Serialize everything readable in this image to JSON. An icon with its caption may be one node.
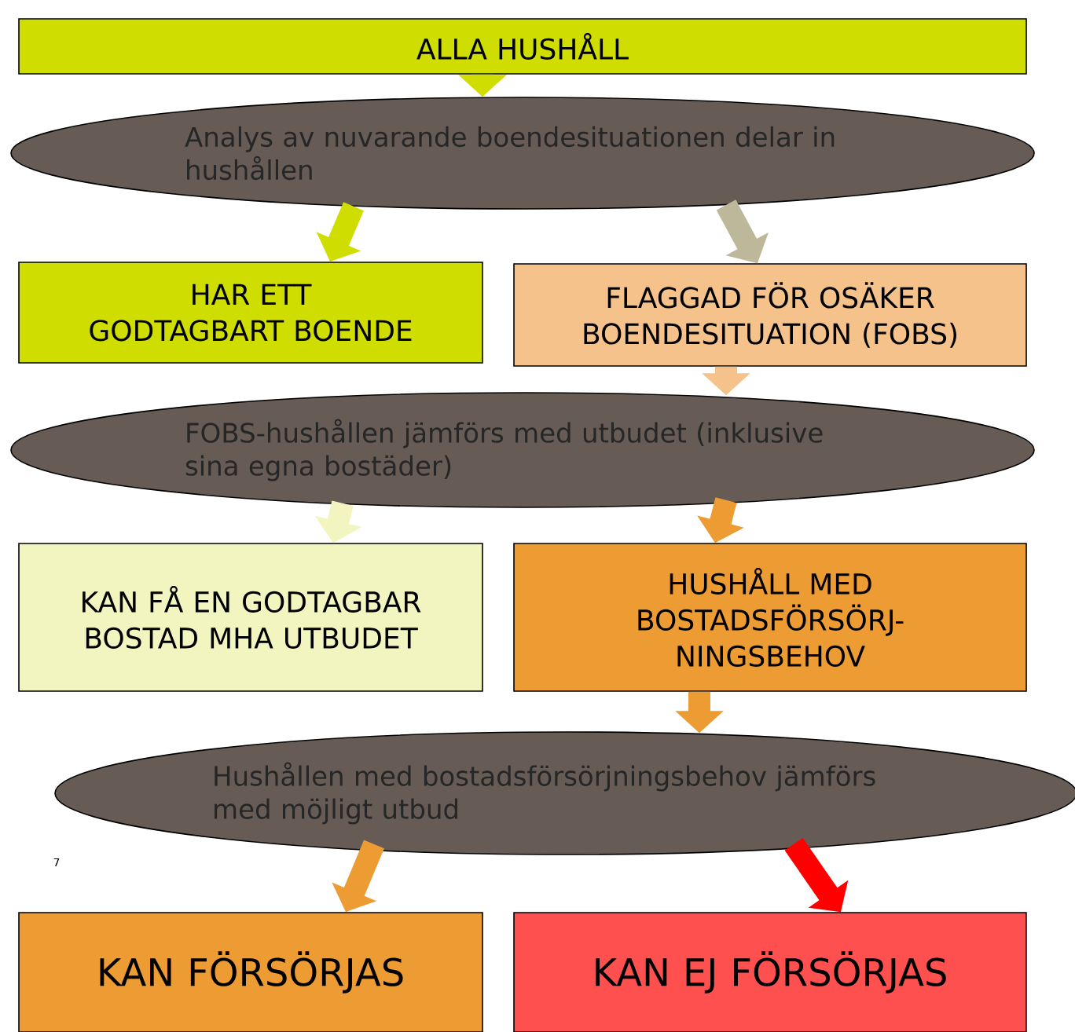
{
  "diagram": {
    "nodes": [
      {
        "text": [
          "ALLA HUSHÅLL"
        ]
      },
      {
        "text": [
          "Analys av nuvarande boendesituationen delar in hushållen"
        ]
      },
      {
        "text": [
          "HAR ETT GODTAGBART BOENDE"
        ]
      },
      {
        "text": [
          "FLAGGAD FÖR OSÄKER BOENDESITUATION (FOBS)"
        ]
      },
      {
        "text": [
          "FOBS-hushållen jämförs med utbudet (inklusive sina egna bostäder)"
        ]
      },
      {
        "text": [
          "KAN FÅ EN GODTAGBAR BOSTAD MHA UTBUDET"
        ]
      },
      {
        "text": [
          "HUSHÅLL MED BOSTADSFÖRSÖRJ- NINGSBEHOV"
        ]
      },
      {
        "text": [
          "Hushållen med bostadsförsörjningsbehov jämförs med möjligt utbud"
        ]
      },
      {
        "text": [
          "KAN FÖRSÖRJAS"
        ]
      },
      {
        "text": [
          "KAN EJ FÖRSÖRJAS"
        ]
      }
    ],
    "edges": [
      {
        "from": 0,
        "to": 1,
        "arrow": "to",
        "color": "#cfdd00"
      },
      {
        "from": 1,
        "to": 2,
        "arrow": "to",
        "color": "#cfdd00"
      },
      {
        "from": 1,
        "to": 3,
        "arrow": "to",
        "color": "#bdb89a"
      },
      {
        "from": 3,
        "to": 4,
        "arrow": "to",
        "color": "#f4c28a"
      },
      {
        "from": 4,
        "to": 5,
        "arrow": "to",
        "color": "#f2f5c0"
      },
      {
        "from": 4,
        "to": 6,
        "arrow": "to",
        "color": "#ed9b33"
      },
      {
        "from": 6,
        "to": 7,
        "arrow": "to",
        "color": "#ed9b33"
      },
      {
        "from": 7,
        "to": 8,
        "arrow": "to",
        "color": "#ed9b33"
      },
      {
        "from": 7,
        "to": 9,
        "arrow": "to",
        "color": "#ff0000"
      }
    ],
    "labels": [
      "7"
    ]
  }
}
